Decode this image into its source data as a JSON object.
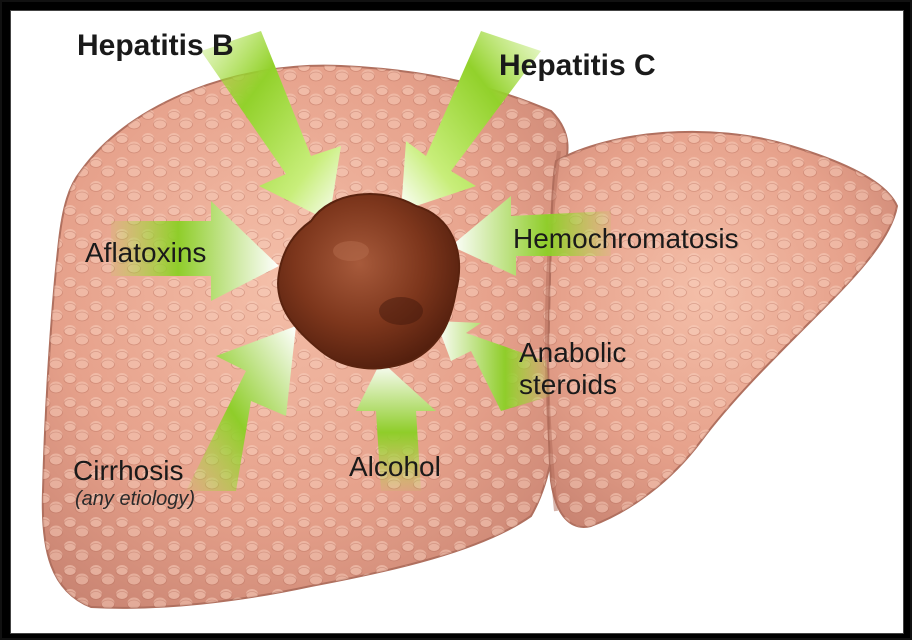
{
  "colors": {
    "liver": "#e8a48f",
    "liver_dark": "#c77f6c",
    "liver_light": "#f6cbb9",
    "tumor": "#7a3118",
    "arrow_green": "#8fd12a",
    "arrow_white": "#ffffff",
    "frame": "#111111"
  },
  "labels": {
    "hepatitis_b": "Hepatitis B",
    "hepatitis_c": "Hepatitis C",
    "aflatoxins": "Aflatoxins",
    "hemochromatosis": "Hemochromatosis",
    "anabolic_line1": "Anabolic",
    "anabolic_line2": "steroids",
    "cirrhosis": "Cirrhosis",
    "cirrhosis_sub": "(any etiology)",
    "alcohol": "Alcohol"
  }
}
